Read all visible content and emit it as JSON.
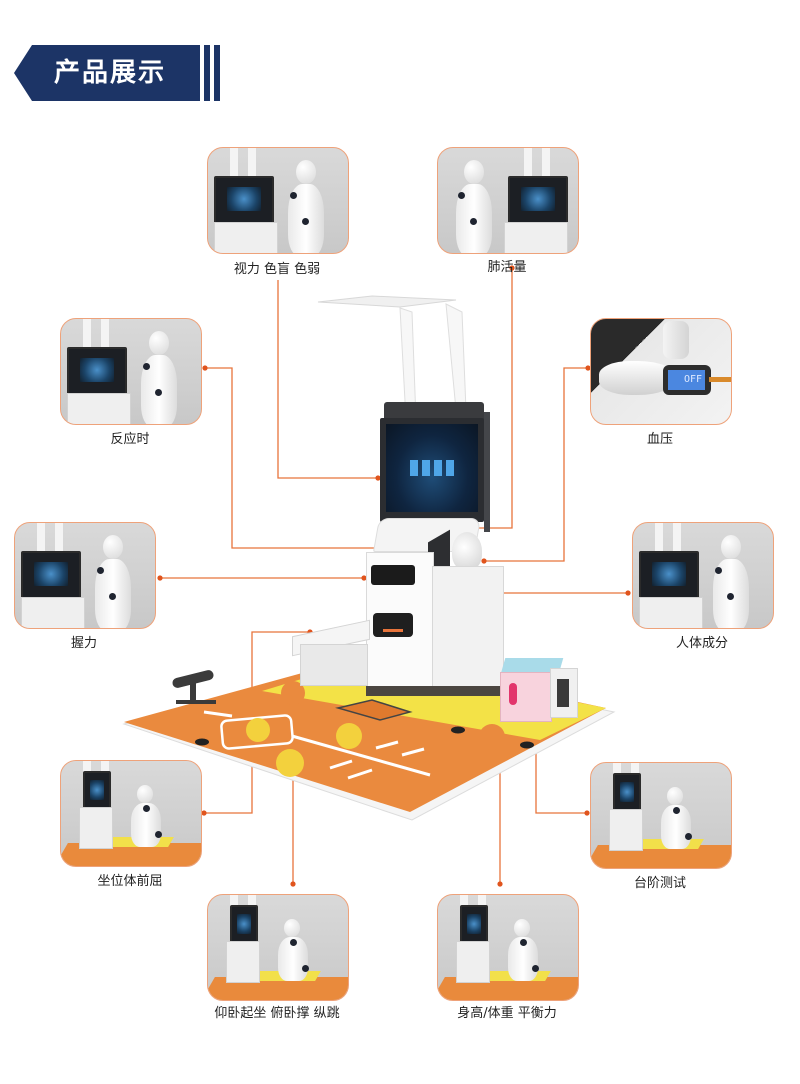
{
  "header": {
    "title": "产品展示"
  },
  "colors": {
    "banner": "#1c3466",
    "connector": "#e8743b",
    "card_border": "#eea27a",
    "floor_orange": "#e98a3c",
    "floor_yellow": "#f2e04a"
  },
  "features": [
    {
      "id": "vision",
      "label": "视力 色盲 色弱"
    },
    {
      "id": "lung-capacity",
      "label": "肺活量"
    },
    {
      "id": "reaction-time",
      "label": "反应时"
    },
    {
      "id": "blood-pressure",
      "label": "血压"
    },
    {
      "id": "grip-strength",
      "label": "握力"
    },
    {
      "id": "body-composition",
      "label": "人体成分"
    },
    {
      "id": "sit-and-reach",
      "label": "坐位体前屈"
    },
    {
      "id": "step-test",
      "label": "台阶测试"
    },
    {
      "id": "situps-pushups-jump",
      "label": "仰卧起坐 俯卧撑 纵跳"
    },
    {
      "id": "height-weight-balance",
      "label": "身高/体重 平衡力"
    }
  ],
  "bp_display": {
    "text": "OFF"
  }
}
